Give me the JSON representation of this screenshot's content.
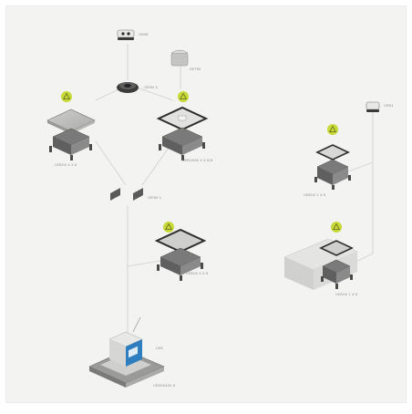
{
  "diagram": {
    "background_color": "#f3f3f1",
    "accent_color": "#c8d93a",
    "line_color": "#cfcfcf",
    "labels": {
      "top_connector": "GEN8",
      "top_fitting": "GET89",
      "left_ring": "GERM 4",
      "box_a": "UEBOX 4 X 6",
      "box_b": "UEBOX4K 4 X 6/8",
      "middle_link": "GERM 4",
      "box_c": "UEBOX 4 X 8",
      "base_unit": "UEBOX4X5 6",
      "base_component": "UEB",
      "right_connector": "GEN1",
      "box_d": "UEBOX 1 X 6",
      "box_e": "UEBOX 1 X 8"
    },
    "icons": [
      "warning-icon",
      "warning-icon",
      "warning-icon",
      "warning-icon",
      "warning-icon"
    ]
  }
}
